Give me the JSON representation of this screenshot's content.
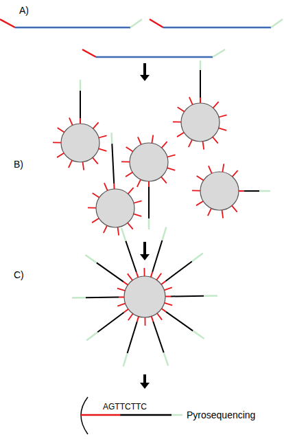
{
  "diagram": {
    "labels": [
      "A)",
      "B)",
      "C)",
      "AGTTCTTC",
      "Pyrosequencing"
    ]
  }
}
